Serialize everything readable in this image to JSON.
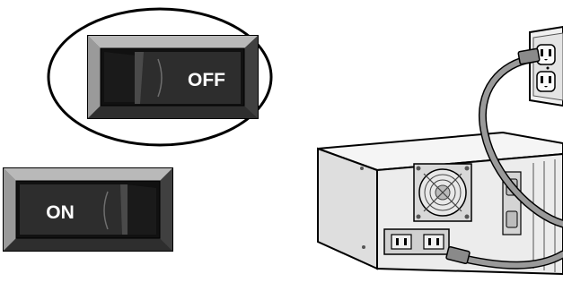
{
  "switch_off": {
    "label": "OFF",
    "state": "off",
    "highlighted": true
  },
  "switch_on": {
    "label": "ON",
    "state": "on",
    "highlighted": false
  },
  "colors": {
    "outline": "#000000",
    "bezel_light": "#c8c8c8",
    "bezel_mid": "#8a8a8a",
    "bezel_dark": "#3a3a3a",
    "rocker_dark": "#1c1c1c",
    "rocker_face": "#2e2e2e",
    "chassis_top": "#f4f4f4",
    "chassis_front": "#e6e6e6",
    "chassis_side": "#dcdcdc",
    "cable": "#9a9a9a",
    "background": "#ffffff"
  },
  "icons": [
    "rocker-switch-off-icon",
    "rocker-switch-on-icon",
    "wall-outlet-icon",
    "computer-chassis-icon",
    "power-cable-icon",
    "fan-grille-icon"
  ]
}
